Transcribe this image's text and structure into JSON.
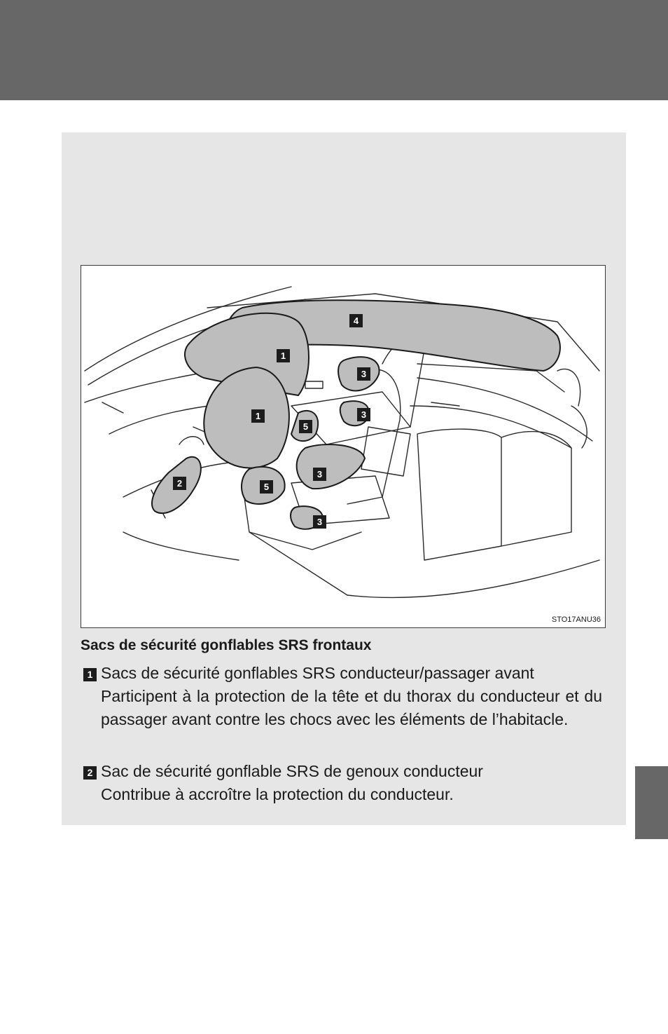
{
  "page": {
    "colors": {
      "band": "#676767",
      "panel": "#e6e6e6"
    }
  },
  "figure": {
    "code": "STO17ANU36",
    "callouts": [
      "1",
      "1",
      "2",
      "3",
      "3",
      "3",
      "3",
      "4",
      "5",
      "5"
    ]
  },
  "section": {
    "heading": "Sacs de sécurité gonflables SRS frontaux",
    "items": [
      {
        "number": "1",
        "title": "Sacs de sécurité gonflables SRS conducteur/passager avant",
        "description": "Participent à la protection de la tête et du thorax du conducteur et du passager avant contre les chocs avec les éléments de l’habitacle."
      },
      {
        "number": "2",
        "title": "Sac de sécurité gonflable SRS de genoux conducteur",
        "description": "Contribue à accroître la protection du conducteur."
      }
    ]
  }
}
